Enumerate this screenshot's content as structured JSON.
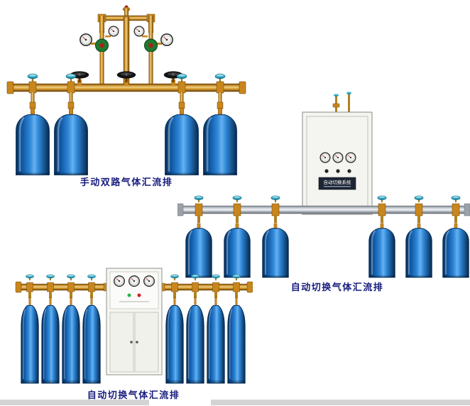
{
  "captions": {
    "manual_dual": "手动双路气体汇流排",
    "auto_wall": "自动切换气体汇流排",
    "auto_floor": "自动切换气体汇流排"
  },
  "cabinet": {
    "label_cn": "自动切换系统"
  },
  "colors": {
    "caption_text": "#181c7e",
    "brass": "#c8861c",
    "cylinder_blue": "#2f87d8",
    "knob_teal": "#37aecb",
    "manifold_silver": "#c3c9cf",
    "regulator_green": "#1e7a2e",
    "background": "#ffffff"
  }
}
